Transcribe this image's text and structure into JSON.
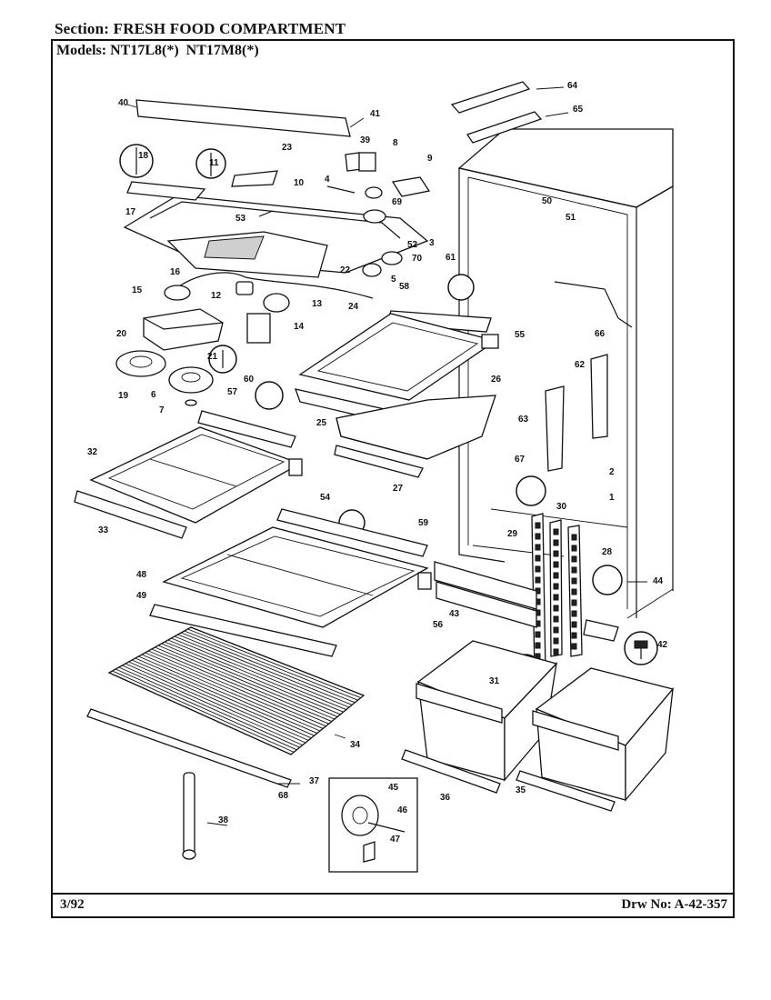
{
  "header": {
    "section_label": "Section:",
    "section_value": "FRESH FOOD COMPARTMENT",
    "models_label": "Models:",
    "models_value": "NT17L8(*)  NT17M8(*)"
  },
  "footer": {
    "date": "3/92",
    "drawing_number": "Drw No: A-42-357"
  },
  "part_labels": [
    "1",
    "2",
    "3",
    "4",
    "5",
    "6",
    "7",
    "8",
    "9",
    "10",
    "11",
    "12",
    "13",
    "14",
    "15",
    "16",
    "17",
    "18",
    "19",
    "20",
    "21",
    "22",
    "23",
    "24",
    "25",
    "26",
    "27",
    "28",
    "29",
    "30",
    "31",
    "32",
    "33",
    "34",
    "35",
    "36",
    "37",
    "38",
    "39",
    "40",
    "41",
    "42",
    "43",
    "44",
    "45",
    "46",
    "47",
    "48",
    "49",
    "50",
    "51",
    "52",
    "53",
    "54",
    "55",
    "56",
    "57",
    "58",
    "59",
    "60",
    "61",
    "62",
    "63",
    "64",
    "65",
    "66",
    "67",
    "68",
    "69",
    "70"
  ]
}
